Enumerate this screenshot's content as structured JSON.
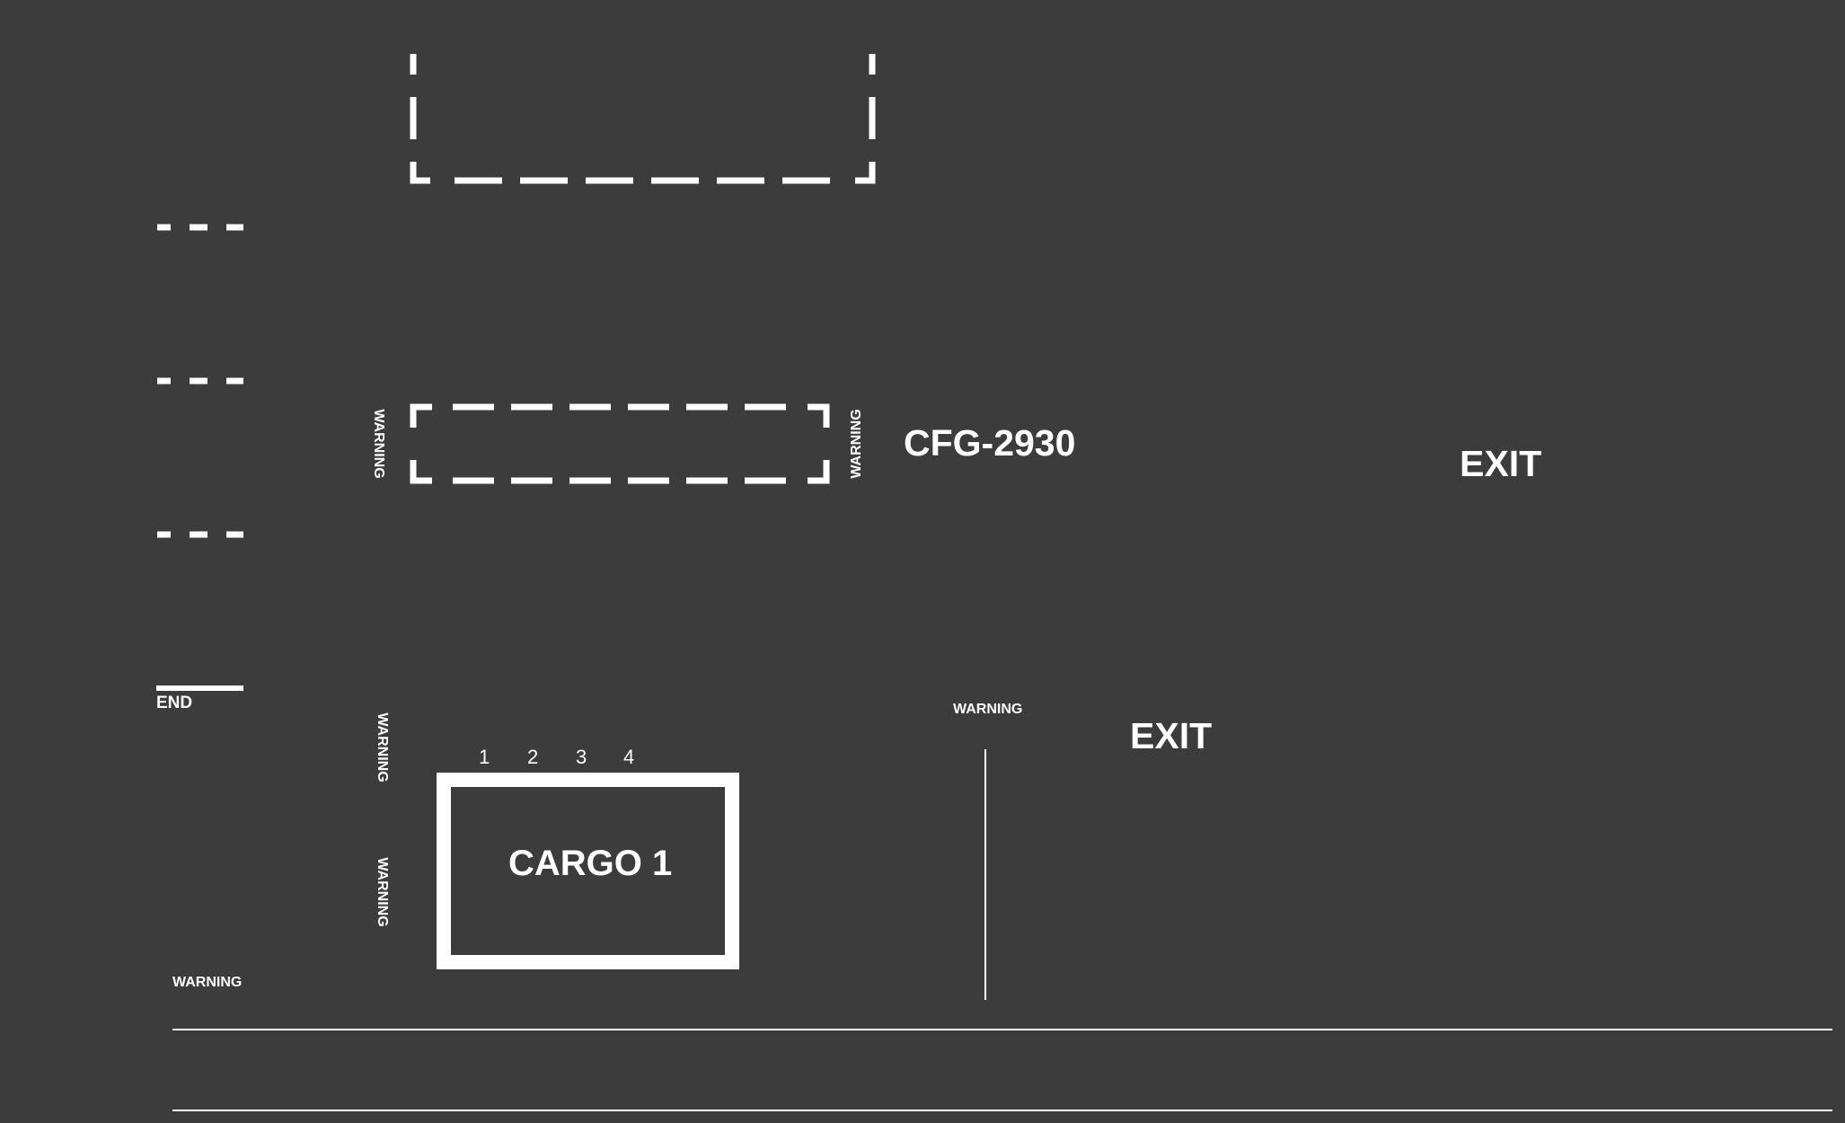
{
  "labels": {
    "cfg": "CFG-2930",
    "exit_upper": "EXIT",
    "exit_lower": "EXIT",
    "end": "END",
    "cargo": "CARGO 1",
    "warning": "WARNING"
  },
  "cargo_slots": [
    "1",
    "2",
    "3",
    "4"
  ],
  "colors": {
    "background": "#3c3c3c",
    "marking": "#ffffff"
  }
}
